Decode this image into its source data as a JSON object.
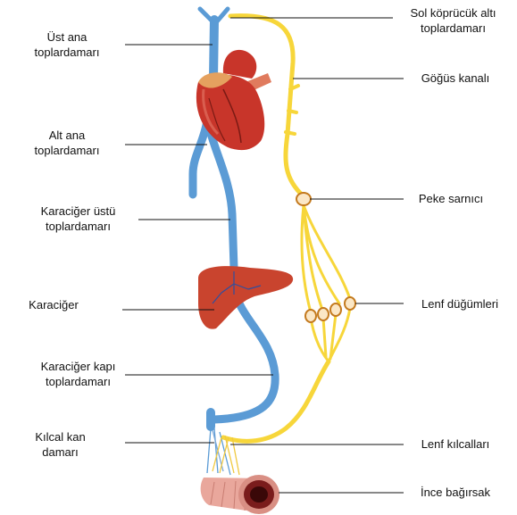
{
  "labels": {
    "ust_ana_toplardamari": "Üst ana\ntoplardamarı",
    "alt_ana_toplardamari": "Alt ana\ntoplardamarı",
    "karaciger_ustu_toplardamari": "Karaciğer üstü\ntoplardamarı",
    "karaciger": "Karaciğer",
    "karaciger_kapi_toplardamari": "Karaciğer kapı\ntoplardamarı",
    "kilcal_kan_damari": "Kılcal kan\ndamarı",
    "sol_kopruculuk_alti_toplardamari": "Sol köprücük altı\ntoplardamarı",
    "gogus_kanali": "Göğüs kanalı",
    "peke_sarnici": "Peke sarnıcı",
    "lenf_dugumleri": "Lenf düğümleri",
    "lenf_kilcallari": "Lenf kılcalları",
    "ince_bagirsak": "İnce bağırsak"
  },
  "colors": {
    "vein_blue": "#5b9bd5",
    "lymph_yellow": "#f7d63a",
    "node_fill": "#fbe7c6",
    "node_stroke": "#c47a1e",
    "heart_red": "#c8352a",
    "liver_red": "#c9442e",
    "intestine_pink": "#e9a79c",
    "leader_line": "#111111"
  }
}
